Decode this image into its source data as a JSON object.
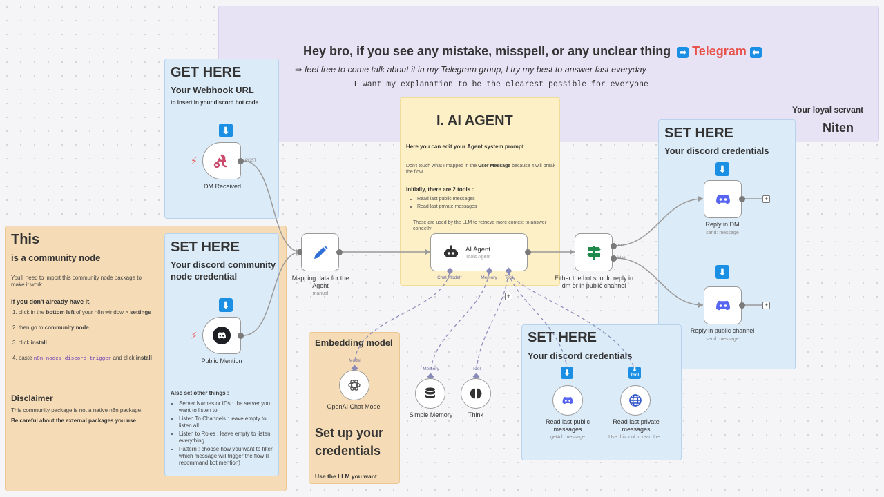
{
  "banner": {
    "headline": "Hey bro, if you see any mistake, misspell, or any unclear thing",
    "telegram": "Telegram",
    "right_arrow": "➡",
    "left_arrow": "⬅",
    "subline": "⇒ feel free to come talk about it in my Telegram group, I try my best to answer fast everyday",
    "mono_line": "I want my explanation to be the clearest possible for everyone",
    "signature_label": "Your loyal servant",
    "signature_name": "Niten"
  },
  "webhook_note": {
    "title": "GET HERE",
    "subtitle": "Your Webhook URL",
    "desc": "to insert in your discord bot code"
  },
  "community_note": {
    "title": "This",
    "subtitle": "is a community node",
    "import_text": "You'll need to import this community node package to make it work",
    "if_heading": "If you don't already have it,",
    "step1_a": "1. click in the ",
    "step1_b": "bottom left",
    "step1_c": " of your n8n window > ",
    "step1_d": "settings",
    "step2_a": "2. then go to ",
    "step2_b": "community node",
    "step3_a": "3. click ",
    "step3_b": "install",
    "step4_a": "4. paste ",
    "step4_code": "n8n-nodes-discord-trigger",
    "step4_b": " and click ",
    "step4_c": "install",
    "disclaimer_title": "Disclaimer",
    "disclaimer_text": "This community package is not a native n8n package.",
    "disclaimer_bold": "Be careful about the external packages you use"
  },
  "credential_note": {
    "title": "SET HERE",
    "subtitle": "Your discord community node credential",
    "also_heading": "Also set other things :",
    "items": [
      "Server Names or IDs : the server you want to listen to",
      "Listen To Channels : leave empty to listen all",
      "Listen to Roles : leave empty to listen everything",
      "Pattern : choose how you want to filter which message will trigger the flow (I recommand bot mention)"
    ]
  },
  "agent_note": {
    "title": "I. AI AGENT",
    "edit_text": "Here you can edit your Agent system prompt",
    "dont_touch_a": "Don't touch what I mapped in the ",
    "dont_touch_b": "User Message",
    "dont_touch_c": " because it will break the flow",
    "tools_heading": "Initially, there are 2 tools :",
    "tools": [
      "Read last public messages",
      "Read last private messages"
    ],
    "tools_desc": "These are used by the LLM to retrieve more context to answer correctly"
  },
  "discord_cred_note": {
    "title": "SET HERE",
    "subtitle": "Your discord credentials"
  },
  "embedding_note": {
    "title": "Embedding model",
    "setup": "Set up your credentials",
    "use_llm": "Use the LLM you want"
  },
  "tools_note": {
    "title": "SET HERE",
    "subtitle": "Your discord credentials"
  },
  "nodes": {
    "dm_received": {
      "label": "DM Received",
      "port": "POST"
    },
    "public_mention": {
      "label": "Public Mention"
    },
    "mapping": {
      "label": "Mapping data for the Agent",
      "sub": "manual"
    },
    "agent": {
      "label": "AI Agent",
      "sub": "Tools Agent",
      "chat_model": "Chat Model*",
      "memory": "Memory",
      "tool": "Tool"
    },
    "if_node": {
      "label": "Either the bot should reply in dm or in public channel",
      "true_label": "true",
      "false_label": "false"
    },
    "reply_dm": {
      "label": "Reply in DM",
      "sub": "send: message"
    },
    "reply_public": {
      "label": "Reply in public channel",
      "sub": "send: message"
    },
    "openai": {
      "label": "OpenAI Chat Model",
      "port": "Model"
    },
    "memory": {
      "label": "Simple Memory",
      "port": "Memory"
    },
    "think": {
      "label": "Think",
      "port": "Tool"
    },
    "read_public": {
      "label": "Read last public messages",
      "sub": "getAll: message"
    },
    "read_private": {
      "label": "Read last private messages",
      "sub": "Use this tool to read the...",
      "badge": "Tool"
    }
  },
  "colors": {
    "accent_blue": "#1a8fe3",
    "telegram_red": "#e8544c",
    "discord": "#5865f2",
    "edit_blue": "#2f6fd6",
    "if_green": "#1f8a4c"
  },
  "icons": {
    "down_arrow": "⬇",
    "plus": "+",
    "bolt": "⚡"
  }
}
